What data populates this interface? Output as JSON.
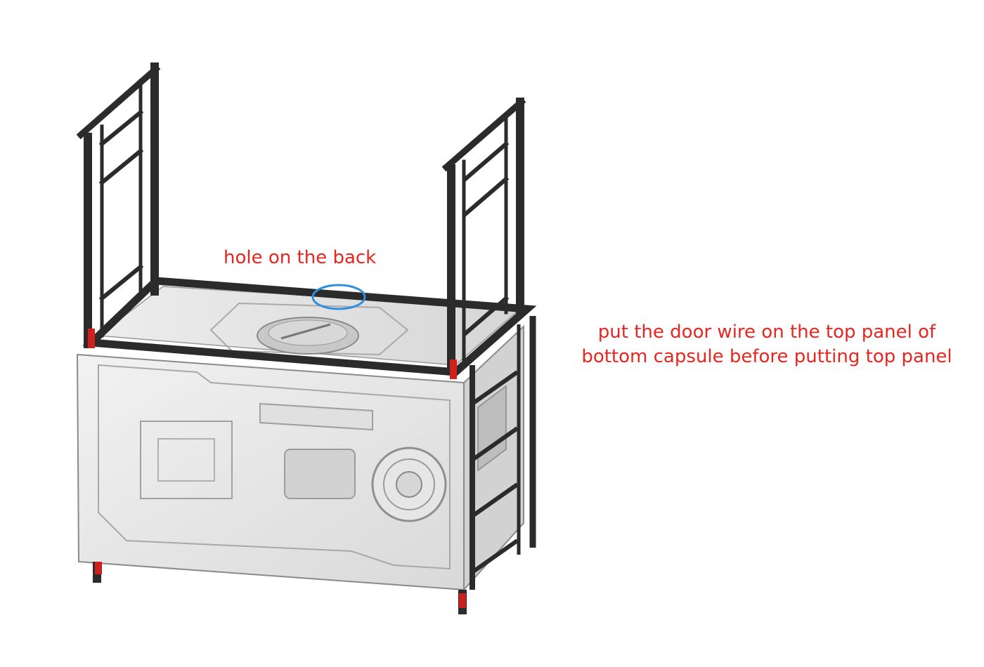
{
  "annotations": {
    "hole_label": "hole on the back",
    "note_line1": "put the door wire on the top panel of",
    "note_line2": "bottom capsule before putting top panel"
  },
  "colors": {
    "annotation_text": "#e8261f",
    "highlight_circle": "#2f8fdc",
    "frame": "#2b2b2b",
    "panel": "#e4e4e4",
    "leg_accent": "#d0201c"
  }
}
